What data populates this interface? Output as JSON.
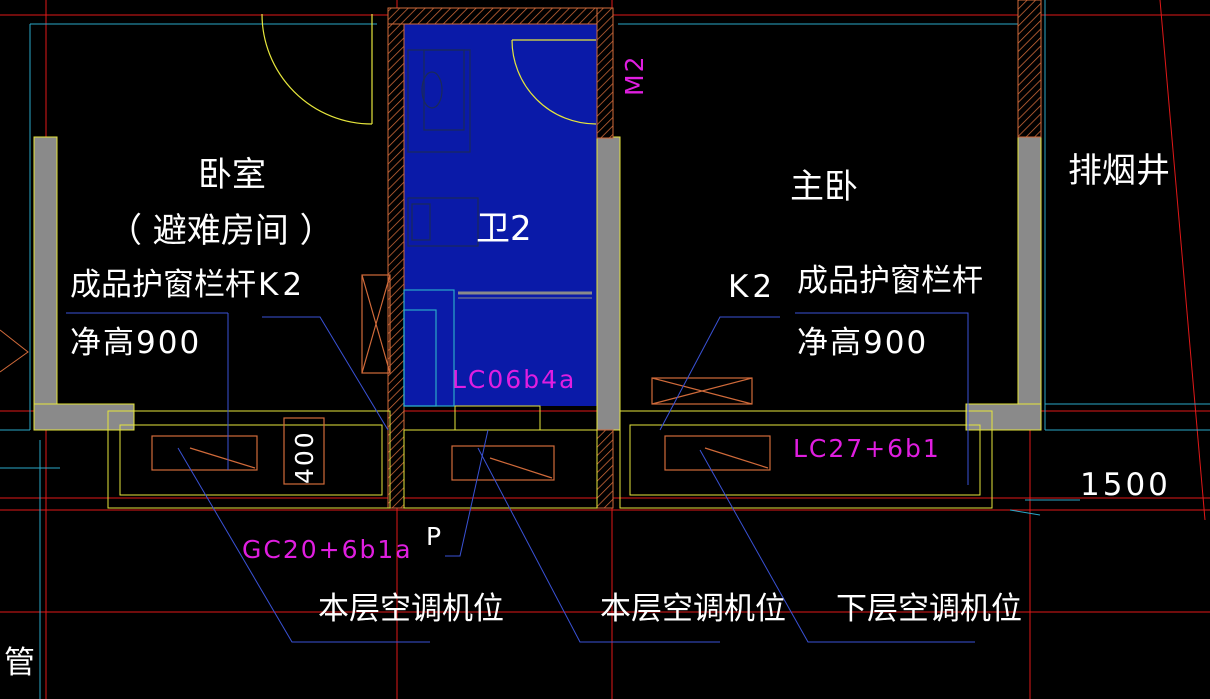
{
  "rooms": {
    "bedroom": "卧室",
    "bedroom_note": "（ 避难房间  ）",
    "master": "主卧",
    "bath": "卫2",
    "shaft": "排烟井"
  },
  "notes": {
    "railing_left": "成品护窗栏杆",
    "height_left": "净高900",
    "railing_right": "成品护窗栏杆",
    "height_right": "净高900",
    "k2_left": "K2",
    "k2_right": "K2",
    "p": "P",
    "ac1": "本层空调机位",
    "ac2": "本层空调机位",
    "ac3": "下层空调机位",
    "pipe": "管"
  },
  "codes": {
    "door": "M2",
    "lc06": "LC06b4a",
    "lc27": "LC27+6b1",
    "gc20": "GC20+6b1a"
  },
  "dims": {
    "d400": "400",
    "d1500": "1500"
  },
  "colors": {
    "background": "#000000",
    "bath_fill": "#0a1aa8",
    "wall": "#8a8a8a",
    "wall_outline": "#e6e63c",
    "hatch": "#d06a3a",
    "leader": "#3a52d6",
    "axis": "#e01818",
    "text": "#ffffff",
    "code_text": "#e01ee0"
  }
}
